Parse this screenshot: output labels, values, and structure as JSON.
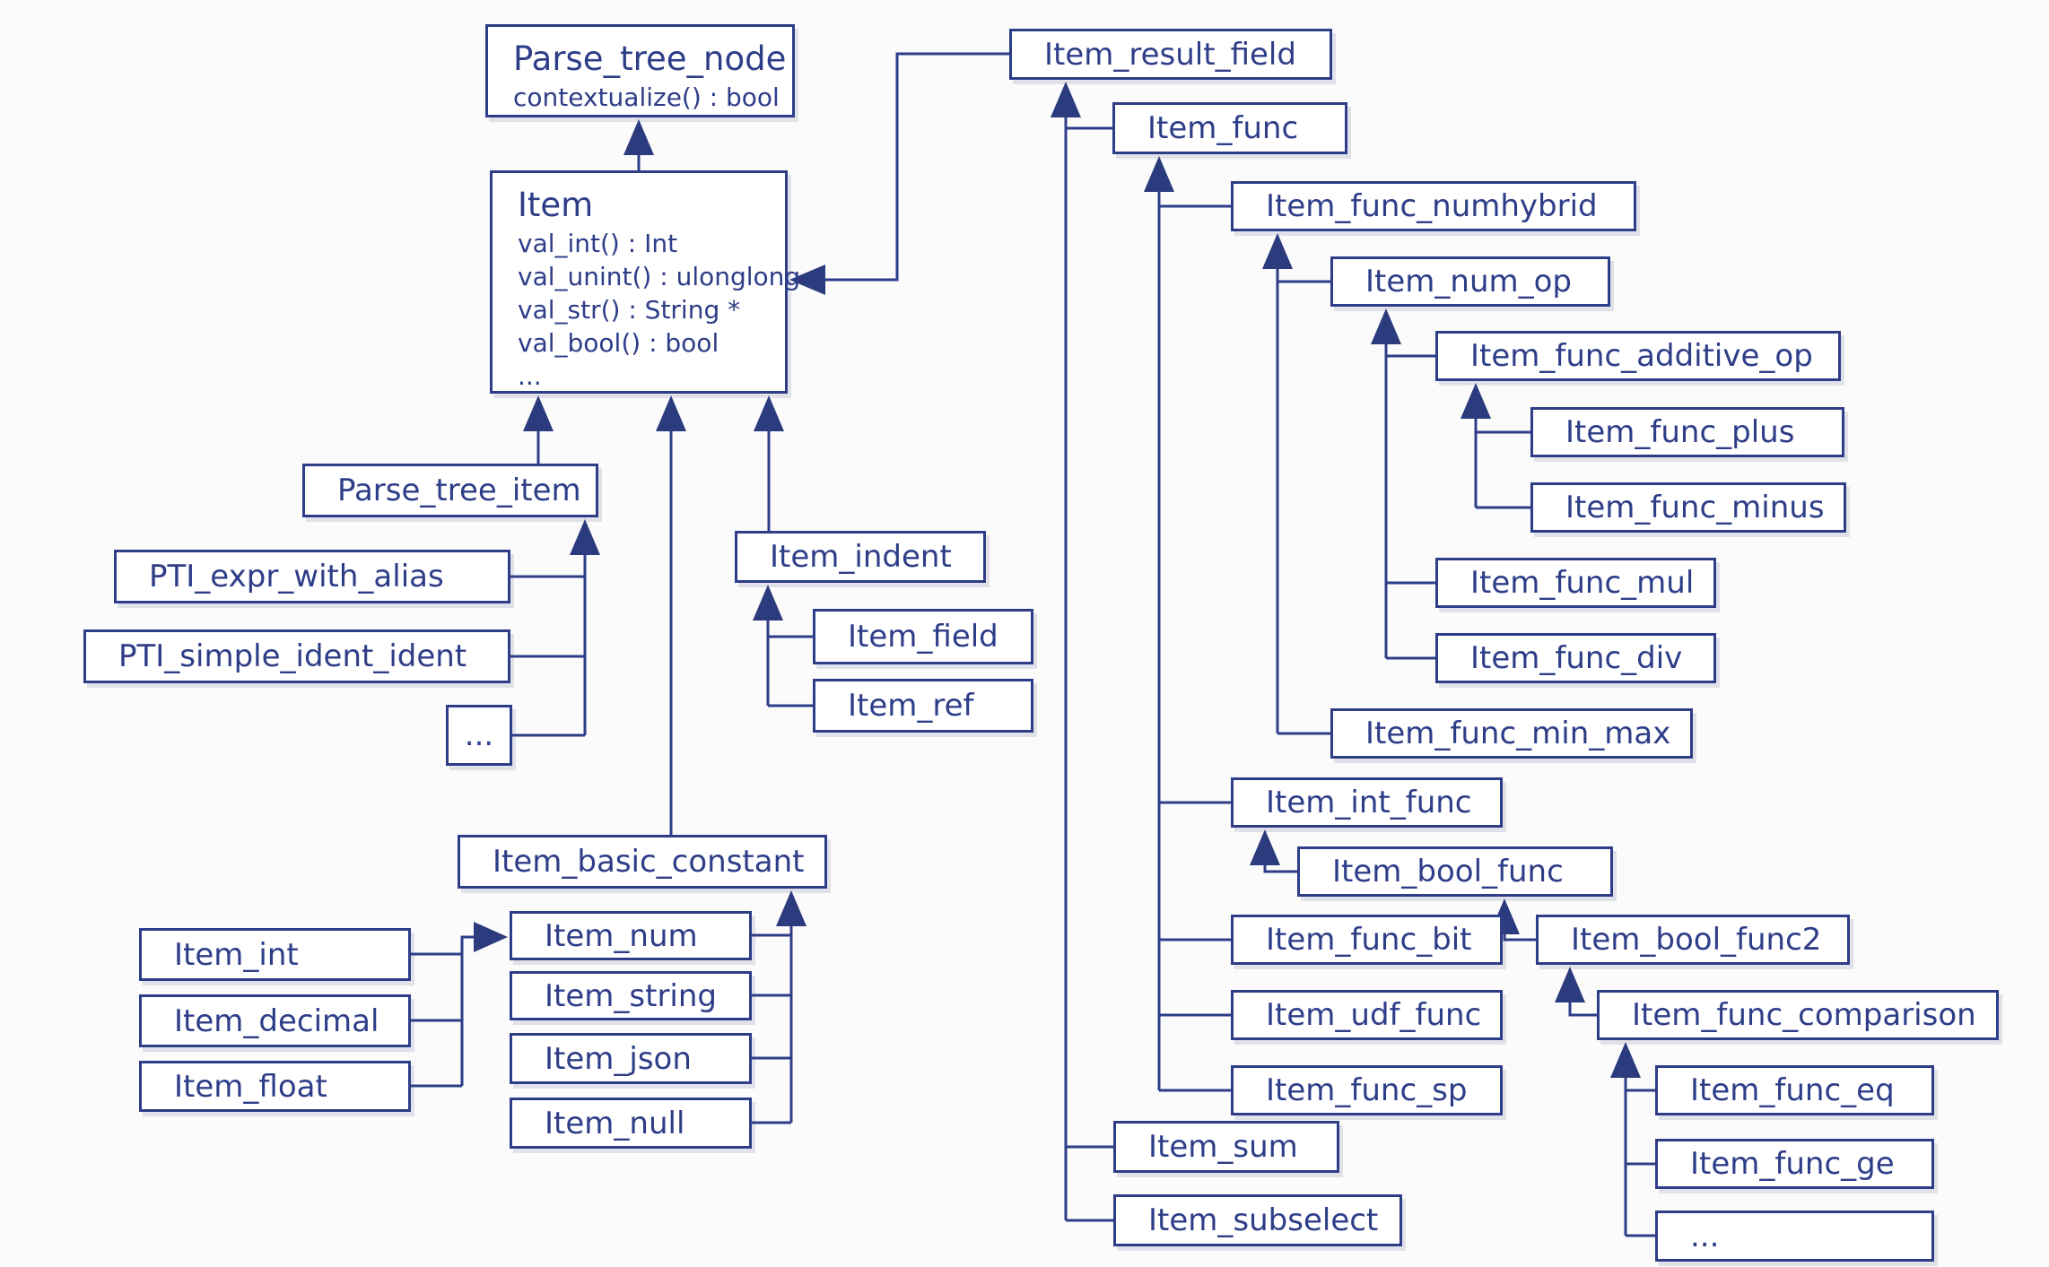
{
  "diagram": {
    "kind": "class-inheritance-hierarchy",
    "colors": {
      "ink": "#2e3d88",
      "arrow": "#2c3a7e",
      "box_fill": "#ffffff",
      "background": "#fbfbfb"
    },
    "nodes": {
      "parse_tree_node": {
        "label": "Parse_tree_node",
        "members": [
          "contextualize() : bool"
        ]
      },
      "item": {
        "label": "Item",
        "members": [
          "val_int() : Int",
          "val_unint() : ulonglong",
          "val_str() : String *",
          "val_bool() : bool",
          "..."
        ]
      },
      "item_result_field": {
        "label": "Item_result_field"
      },
      "item_func": {
        "label": "Item_func"
      },
      "item_func_numhybrid": {
        "label": "Item_func_numhybrid"
      },
      "item_num_op": {
        "label": "Item_num_op"
      },
      "item_func_additive_op": {
        "label": "Item_func_additive_op"
      },
      "item_func_plus": {
        "label": "Item_func_plus"
      },
      "item_func_minus": {
        "label": "Item_func_minus"
      },
      "item_func_mul": {
        "label": "Item_func_mul"
      },
      "item_func_div": {
        "label": "Item_func_div"
      },
      "item_func_min_max": {
        "label": "Item_func_min_max"
      },
      "item_int_func": {
        "label": "Item_int_func"
      },
      "item_bool_func": {
        "label": "Item_bool_func"
      },
      "item_func_bit": {
        "label": "Item_func_bit"
      },
      "item_bool_func2": {
        "label": "Item_bool_func2"
      },
      "item_udf_func": {
        "label": "Item_udf_func"
      },
      "item_func_comparison": {
        "label": "Item_func_comparison"
      },
      "item_func_sp": {
        "label": "Item_func_sp"
      },
      "item_func_eq": {
        "label": "Item_func_eq"
      },
      "item_func_ge": {
        "label": "Item_func_ge"
      },
      "comparison_ellipsis": {
        "label": "..."
      },
      "item_sum": {
        "label": "Item_sum"
      },
      "item_subselect": {
        "label": "Item_subselect"
      },
      "parse_tree_item": {
        "label": "Parse_tree_item"
      },
      "pti_expr_with_alias": {
        "label": "PTI_expr_with_alias"
      },
      "pti_simple_ident_ident": {
        "label": "PTI_simple_ident_ident"
      },
      "parse_tree_item_ellipsis": {
        "label": "..."
      },
      "item_indent": {
        "label": "Item_indent"
      },
      "item_field": {
        "label": "Item_field"
      },
      "item_ref": {
        "label": "Item_ref"
      },
      "item_basic_constant": {
        "label": "Item_basic_constant"
      },
      "item_num": {
        "label": "Item_num"
      },
      "item_string": {
        "label": "Item_string"
      },
      "item_json": {
        "label": "Item_json"
      },
      "item_null": {
        "label": "Item_null"
      },
      "item_int": {
        "label": "Item_int"
      },
      "item_decimal": {
        "label": "Item_decimal"
      },
      "item_float": {
        "label": "Item_float"
      }
    },
    "edges": [
      {
        "child": "item",
        "parent": "parse_tree_node"
      },
      {
        "child": "item_result_field",
        "parent": "item"
      },
      {
        "child": "parse_tree_item",
        "parent": "item"
      },
      {
        "child": "item_basic_constant",
        "parent": "item"
      },
      {
        "child": "item_indent",
        "parent": "item"
      },
      {
        "child": "pti_expr_with_alias",
        "parent": "parse_tree_item"
      },
      {
        "child": "pti_simple_ident_ident",
        "parent": "parse_tree_item"
      },
      {
        "child": "parse_tree_item_ellipsis",
        "parent": "parse_tree_item"
      },
      {
        "child": "item_field",
        "parent": "item_indent"
      },
      {
        "child": "item_ref",
        "parent": "item_indent"
      },
      {
        "child": "item_num",
        "parent": "item_basic_constant"
      },
      {
        "child": "item_string",
        "parent": "item_basic_constant"
      },
      {
        "child": "item_json",
        "parent": "item_basic_constant"
      },
      {
        "child": "item_null",
        "parent": "item_basic_constant"
      },
      {
        "child": "item_int",
        "parent": "item_num"
      },
      {
        "child": "item_decimal",
        "parent": "item_num"
      },
      {
        "child": "item_float",
        "parent": "item_num"
      },
      {
        "child": "item_func",
        "parent": "item_result_field"
      },
      {
        "child": "item_sum",
        "parent": "item_result_field"
      },
      {
        "child": "item_subselect",
        "parent": "item_result_field"
      },
      {
        "child": "item_func_numhybrid",
        "parent": "item_func"
      },
      {
        "child": "item_int_func",
        "parent": "item_func"
      },
      {
        "child": "item_func_bit",
        "parent": "item_func"
      },
      {
        "child": "item_udf_func",
        "parent": "item_func"
      },
      {
        "child": "item_func_sp",
        "parent": "item_func"
      },
      {
        "child": "item_num_op",
        "parent": "item_func_numhybrid"
      },
      {
        "child": "item_func_min_max",
        "parent": "item_func_numhybrid"
      },
      {
        "child": "item_func_additive_op",
        "parent": "item_num_op"
      },
      {
        "child": "item_func_mul",
        "parent": "item_num_op"
      },
      {
        "child": "item_func_div",
        "parent": "item_num_op"
      },
      {
        "child": "item_func_plus",
        "parent": "item_func_additive_op"
      },
      {
        "child": "item_func_minus",
        "parent": "item_func_additive_op"
      },
      {
        "child": "item_bool_func",
        "parent": "item_int_func"
      },
      {
        "child": "item_bool_func2",
        "parent": "item_bool_func"
      },
      {
        "child": "item_func_comparison",
        "parent": "item_bool_func2"
      },
      {
        "child": "item_func_eq",
        "parent": "item_func_comparison"
      },
      {
        "child": "item_func_ge",
        "parent": "item_func_comparison"
      },
      {
        "child": "comparison_ellipsis",
        "parent": "item_func_comparison"
      }
    ]
  }
}
